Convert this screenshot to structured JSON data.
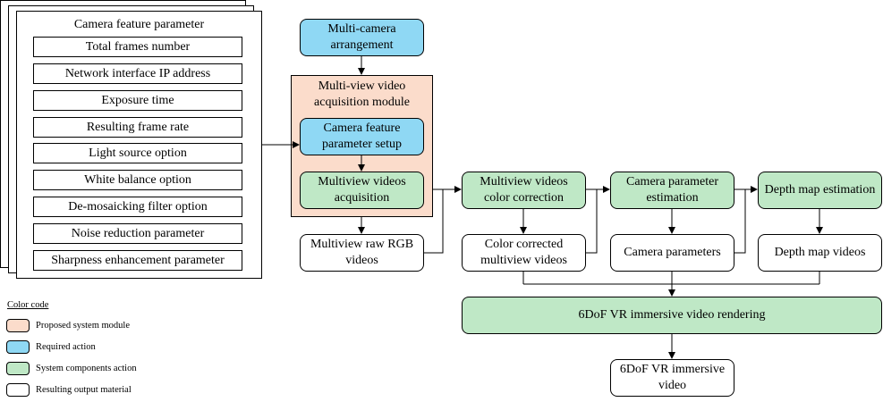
{
  "parameters": {
    "title": "Camera feature parameter",
    "items": [
      "Total frames number",
      "Network interface IP address",
      "Exposure time",
      "Resulting frame rate",
      "Light source option",
      "White balance option",
      "De-mosaicking filter option",
      "Noise reduction parameter",
      "Sharpness enhancement parameter"
    ]
  },
  "nodes": {
    "multi_camera": "Multi-camera arrangement",
    "module_title": "Multi-view video acquisition module",
    "param_setup": "Camera feature parameter setup",
    "acquisition": "Multiview videos acquisition",
    "raw_rgb": "Multiview raw RGB videos",
    "color_correction": "Multiview videos color correction",
    "color_corrected": "Color corrected multiview videos",
    "param_estimation": "Camera parameter estimation",
    "camera_params": "Camera parameters",
    "depth_estimation": "Depth map estimation",
    "depth_videos": "Depth map videos",
    "rendering": "6DoF VR immersive video rendering",
    "output": "6DoF VR immersive video"
  },
  "legend": {
    "title": "Color code",
    "items": [
      {
        "label": "Proposed system module",
        "color": "#fbdccb"
      },
      {
        "label": "Required action",
        "color": "#8fd8f4"
      },
      {
        "label": "System components action",
        "color": "#bfe8c6"
      },
      {
        "label": "Resulting output material",
        "color": "#ffffff"
      }
    ]
  }
}
